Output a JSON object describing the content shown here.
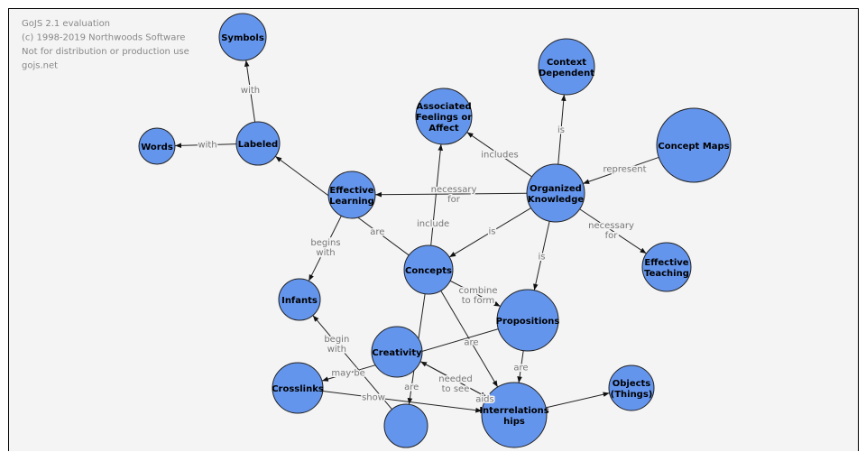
{
  "watermark": [
    "GoJS 2.1 evaluation",
    "(c) 1998-2019 Northwoods Software",
    "Not for distribution or production use",
    "gojs.net"
  ],
  "colors": {
    "node": "#6495ed",
    "background": "#f4f4f4"
  },
  "nodes": [
    {
      "id": "symbols",
      "lines": [
        "Symbols"
      ]
    },
    {
      "id": "words",
      "lines": [
        "Words"
      ]
    },
    {
      "id": "labeled",
      "lines": [
        "Labeled"
      ]
    },
    {
      "id": "efflearn",
      "lines": [
        "Effective",
        "Learning"
      ]
    },
    {
      "id": "assoc",
      "lines": [
        "Associated",
        "Feelings or",
        "Affect"
      ]
    },
    {
      "id": "context",
      "lines": [
        "Context",
        "Dependent"
      ]
    },
    {
      "id": "cmaps",
      "lines": [
        "Concept Maps"
      ]
    },
    {
      "id": "orgknow",
      "lines": [
        "Organized",
        "Knowledge"
      ]
    },
    {
      "id": "effteach",
      "lines": [
        "Effective",
        "Teaching"
      ]
    },
    {
      "id": "concepts",
      "lines": [
        "Concepts"
      ]
    },
    {
      "id": "infants",
      "lines": [
        "Infants"
      ]
    },
    {
      "id": "props",
      "lines": [
        "Propositions"
      ]
    },
    {
      "id": "creativity",
      "lines": [
        "Creativity"
      ]
    },
    {
      "id": "crosslinks",
      "lines": [
        "Crosslinks"
      ]
    },
    {
      "id": "objects",
      "lines": [
        "Objects",
        "(Things)"
      ]
    },
    {
      "id": "interrel",
      "lines": [
        "Interrelations",
        "hips"
      ]
    },
    {
      "id": "bottom",
      "lines": [
        ""
      ]
    }
  ],
  "links": [
    {
      "from": "labeled",
      "to": "symbols",
      "label": [
        "with"
      ]
    },
    {
      "from": "labeled",
      "to": "words",
      "label": [
        "with"
      ]
    },
    {
      "from": "concepts",
      "to": "labeled",
      "label": [
        "are"
      ]
    },
    {
      "from": "efflearn",
      "to": "infants",
      "label": [
        "begins",
        "with"
      ]
    },
    {
      "from": "orgknow",
      "to": "efflearn",
      "label": [
        "necessary",
        "for"
      ]
    },
    {
      "from": "orgknow",
      "to": "assoc",
      "label": [
        "includes"
      ]
    },
    {
      "from": "orgknow",
      "to": "context",
      "label": [
        "is"
      ]
    },
    {
      "from": "cmaps",
      "to": "orgknow",
      "label": [
        "represent"
      ]
    },
    {
      "from": "orgknow",
      "to": "effteach",
      "label": [
        "necessary",
        "for"
      ]
    },
    {
      "from": "orgknow",
      "to": "concepts",
      "label": [
        "is"
      ]
    },
    {
      "from": "orgknow",
      "to": "props",
      "label": [
        "is"
      ]
    },
    {
      "from": "concepts",
      "to": "assoc",
      "label": [
        "include"
      ]
    },
    {
      "from": "concepts",
      "to": "props",
      "label": [
        "combine",
        "to form"
      ]
    },
    {
      "from": "concepts",
      "to": "bottom",
      "label": [
        "are"
      ]
    },
    {
      "from": "concepts",
      "to": "interrel",
      "label": [
        "are"
      ]
    },
    {
      "from": "props",
      "to": "crosslinks",
      "label": [
        "may be"
      ]
    },
    {
      "from": "props",
      "to": "interrel",
      "label": [
        "are"
      ]
    },
    {
      "from": "interrel",
      "to": "creativity",
      "label": [
        "needed",
        "to see"
      ]
    },
    {
      "from": "creativity",
      "to": "interrel",
      "label": [
        "aids"
      ]
    },
    {
      "from": "crosslinks",
      "to": "interrel",
      "label": [
        "show"
      ]
    },
    {
      "from": "bottom",
      "to": "infants",
      "label": [
        "begin",
        "with"
      ]
    },
    {
      "from": "interrel",
      "to": "objects",
      "label": []
    }
  ]
}
